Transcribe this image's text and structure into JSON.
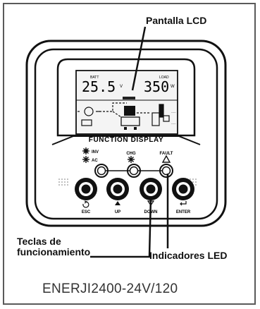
{
  "callouts": {
    "lcd": "Pantalla LCD",
    "keys_line1": "Teclas de",
    "keys_line2": "funcionamiento",
    "leds": "Indicadores LED"
  },
  "model": "ENERJI2400-24V/120",
  "panel": {
    "function_display": "FUNCTION DISPLAY",
    "lcd": {
      "left_label": "BATT",
      "left_value": "25.5",
      "left_unit": "V",
      "right_label": "LOAD",
      "right_value": "350",
      "right_unit": "W"
    },
    "leds": [
      {
        "label_top": "INV",
        "label_bottom": "AC",
        "icon": "sun-star-icon"
      },
      {
        "label_top": "CHG",
        "label_bottom": "",
        "icon": "star-icon"
      },
      {
        "label_top": "FAULT",
        "label_bottom": "",
        "icon": "warning-triangle-icon"
      }
    ],
    "keys": [
      {
        "label": "ESC",
        "icon": "return-arrow-icon"
      },
      {
        "label": "UP",
        "icon": "up-arrow-icon"
      },
      {
        "label": "DOWN",
        "icon": "down-arrow-icon"
      },
      {
        "label": "ENTER",
        "icon": "enter-arrow-icon"
      }
    ]
  },
  "colors": {
    "panel": "#ffffff",
    "outline": "#111111",
    "lcd_bg": "#f4f4f4"
  }
}
